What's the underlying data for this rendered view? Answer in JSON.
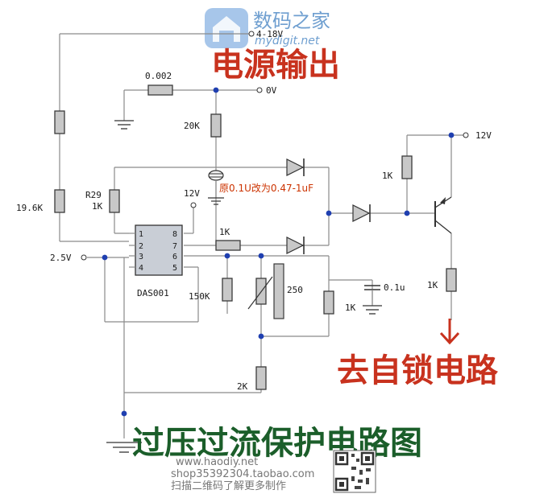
{
  "watermark": {
    "brand_name": "数码之家",
    "brand_url": "mydigit.net",
    "colors": {
      "brand": "#6f9fd0"
    }
  },
  "titles": {
    "power_output": "电源输出",
    "to_latch": "去自锁电路",
    "main_title": "过压过流保护电路图"
  },
  "terminals": {
    "vin": "4-18V",
    "gnd": "0V",
    "v12_top": "12V",
    "v12_chip": "12V",
    "v2_5": "2.5V"
  },
  "components": {
    "r_shunt": "0.002",
    "r_20k": "20K",
    "r_19k6": "19.6K",
    "r29": "R29",
    "r29_val": "1K",
    "r_1k_mid": "1K",
    "r_150k": "150K",
    "pot_250": "250",
    "r_1k_low": "1K",
    "cap_01u": "0.1u",
    "r_2k": "2K",
    "r_1k_base": "1K",
    "r_1k_emit": "1K"
  },
  "chip": {
    "name": "DAS001",
    "pins_left": [
      "1",
      "2",
      "3",
      "4"
    ],
    "pins_right": [
      "8",
      "7",
      "6",
      "5"
    ]
  },
  "annotation": "原0.1U改为0.47-1uF",
  "footer": {
    "site": "www.haodiy.net",
    "shop": "shop35392304.taobao.com",
    "qr_caption": "扫描二维码了解更多制作"
  }
}
